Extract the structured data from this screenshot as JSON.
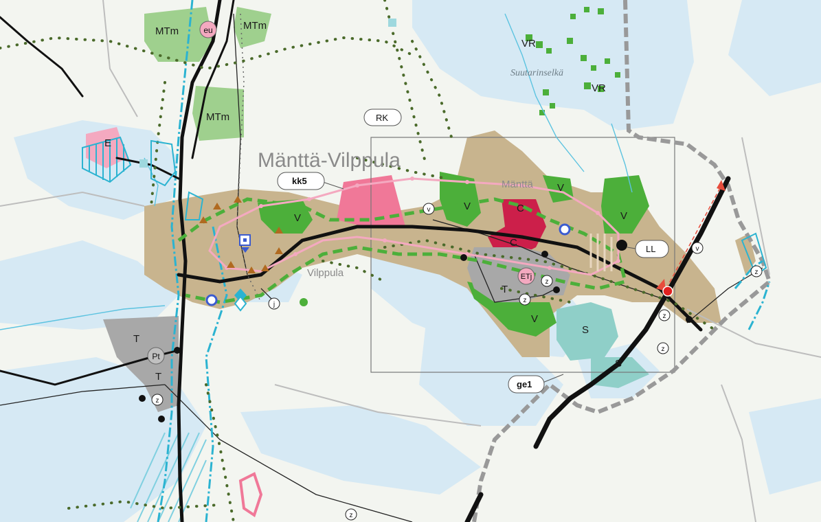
{
  "map": {
    "region_title": "Mänttä-Vilppula",
    "towns": {
      "mantta": "Mänttä",
      "vilppula": "Vilppula"
    },
    "lake": "Suutarinselkä",
    "zone_labels": {
      "mtm1": "MTm",
      "mtm2": "MTm",
      "mtm3": "MTm",
      "e": "E",
      "v1": "V",
      "v2": "V",
      "v3": "V",
      "v4": "V",
      "v5": "V",
      "c1": "C",
      "c2": "C",
      "t1": "T",
      "t2": "T",
      "t3": "T",
      "s1": "S",
      "s2": "S",
      "vr1": "VR",
      "vr2": "VR"
    },
    "tags": {
      "rk": "RK",
      "kk5": "kk5",
      "ll": "LL",
      "ge1": "ge1"
    },
    "circle_labels": {
      "eu": "eu",
      "etj": "ETj",
      "pt": "Pt"
    },
    "small_symbols": {
      "v1": "v",
      "v2": "v",
      "j": "j",
      "z1": "z",
      "z2": "z",
      "z3": "z",
      "z4": "z",
      "z5": "z",
      "z6": "z",
      "z7": "z"
    },
    "colors": {
      "background": "#f3f5f0",
      "water": "#d6e9f4",
      "urban": "#c8b48e",
      "recreation": "#4caf3a",
      "forest": "#9fd08e",
      "center": "#cc1f4a",
      "commercial": "#f07898",
      "industry": "#a8a8a8",
      "protected": "#8fcfc8",
      "road": "#111111",
      "boundary": "#888888",
      "waterway": "#2bb3d1",
      "dotted_route": "#4a6a2a"
    }
  }
}
